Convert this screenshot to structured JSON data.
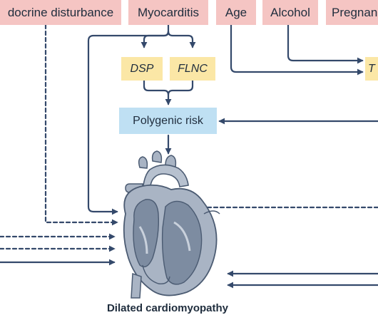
{
  "risk_factors": {
    "endocrine": "docrine disturbance",
    "myocarditis": "Myocarditis",
    "age": "Age",
    "alcohol": "Alcohol",
    "pregnancy": "Pregnan"
  },
  "genes": {
    "dsp": "DSP",
    "flnc": "FLNC",
    "partial": "T"
  },
  "polygenic": "Polygenic risk",
  "caption": "Dilated cardiomyopathy",
  "colors": {
    "arrow": "#34496b",
    "pink_box": "#f5c5c3",
    "yellow_box": "#fbe7a6",
    "blue_box": "#bfe0f3",
    "heart_fill": "#a9b4c4",
    "heart_dark": "#6f7f94"
  }
}
